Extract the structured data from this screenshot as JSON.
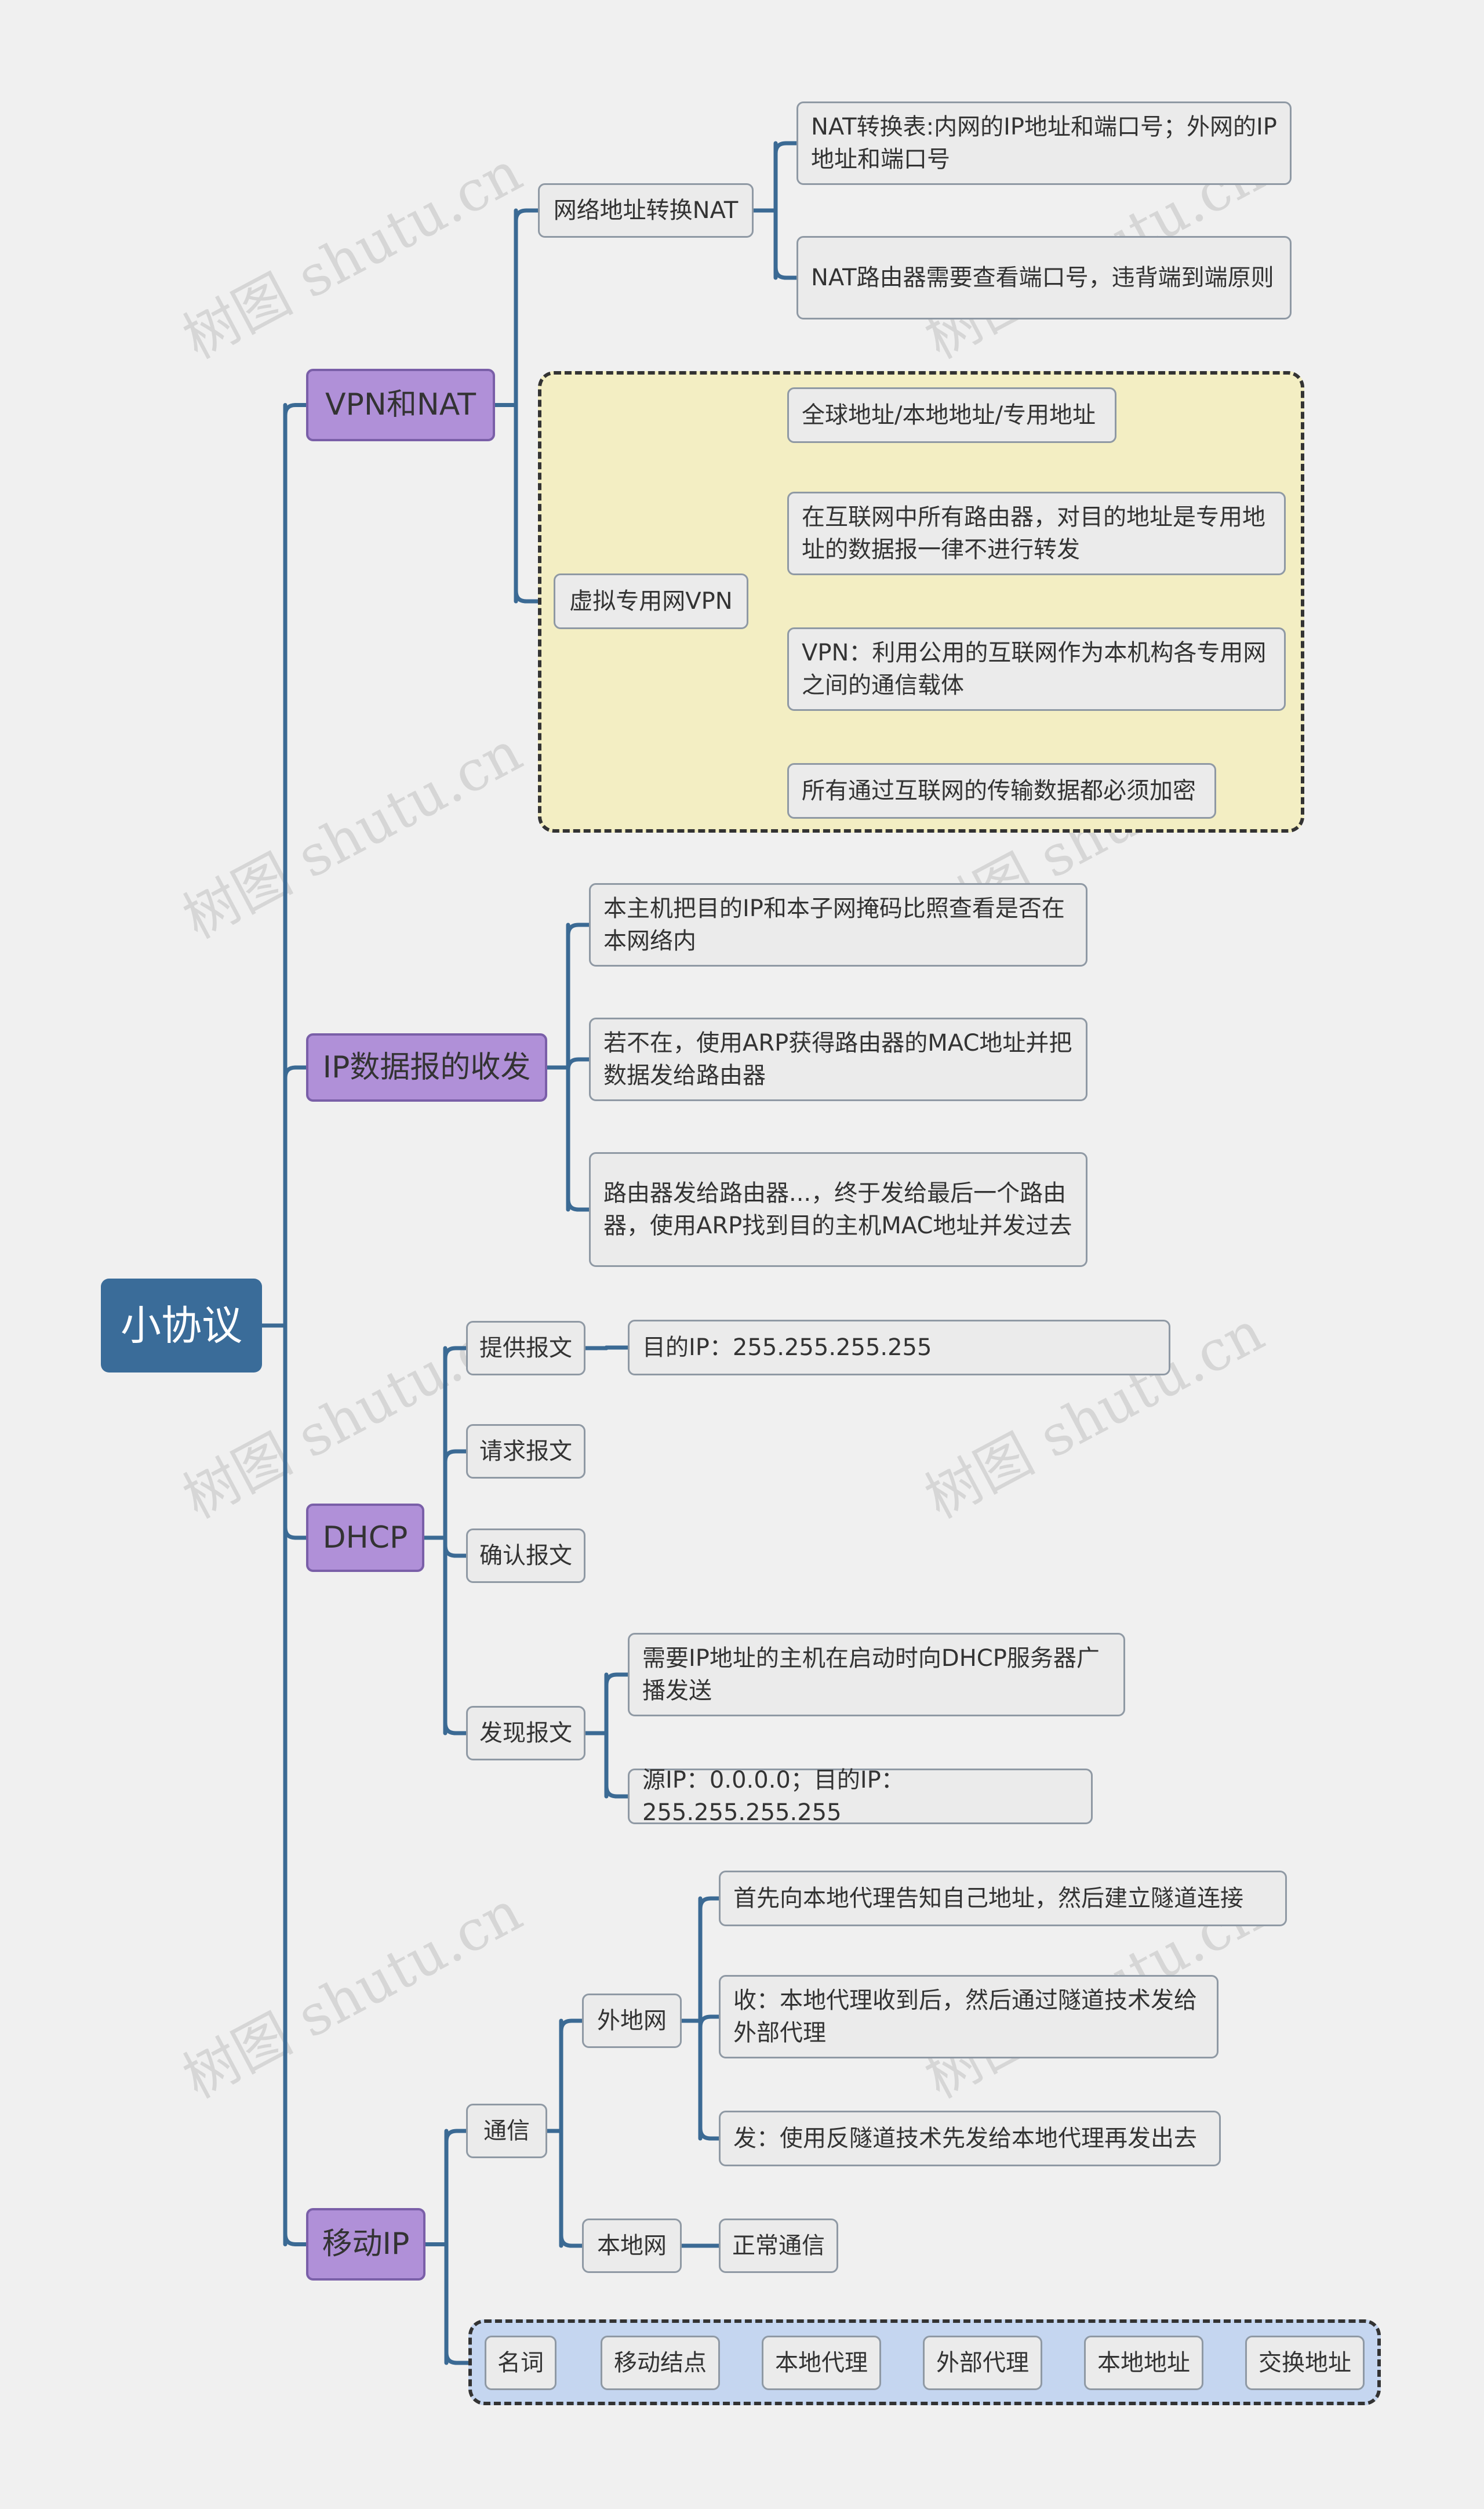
{
  "colors": {
    "line": "#3b6a94",
    "root": "#3a6c99",
    "branch": "#b090d8",
    "node": "#ebebeb",
    "boundary_vpn": "#f3eec3",
    "boundary_terms": "#c5d6f0"
  },
  "watermark": "树图 shutu.cn",
  "root": "小协议",
  "branches": {
    "vpn_nat": {
      "label": "VPN和NAT",
      "nat": {
        "label": "网络地址转换NAT",
        "items": [
          "NAT转换表:内网的IP地址和端口号；外网的IP地址和端口号",
          "NAT路由器需要查看端口号，违背端到端原则"
        ]
      },
      "vpn": {
        "label": "虚拟专用网VPN",
        "items": [
          "全球地址/本地地址/专用地址",
          "在互联网中所有路由器，对目的地址是专用地址的数据报一律不进行转发",
          "VPN：利用公用的互联网作为本机构各专用网之间的通信载体",
          "所有通过互联网的传输数据都必须加密"
        ]
      }
    },
    "ip_forward": {
      "label": "IP数据报的收发",
      "items": [
        "本主机把目的IP和本子网掩码比照查看是否在本网络内",
        "若不在，使用ARP获得路由器的MAC地址并把数据发给路由器",
        "路由器发给路由器...，终于发给最后一个路由器，使用ARP找到目的主机MAC地址并发过去"
      ]
    },
    "dhcp": {
      "label": "DHCP",
      "offer": {
        "label": "提供报文",
        "items": [
          "目的IP：255.255.255.255"
        ]
      },
      "request": {
        "label": "请求报文"
      },
      "ack": {
        "label": "确认报文"
      },
      "discover": {
        "label": "发现报文",
        "items": [
          "需要IP地址的主机在启动时向DHCP服务器广播发送",
          "源IP：0.0.0.0；目的IP：255.255.255.255"
        ]
      }
    },
    "mobile_ip": {
      "label": "移动IP",
      "comm": {
        "label": "通信",
        "foreign": {
          "label": "外地网",
          "items": [
            "首先向本地代理告知自己地址，然后建立隧道连接",
            "收：本地代理收到后，然后通过隧道技术发给外部代理",
            "发：使用反隧道技术先发给本地代理再发出去"
          ]
        },
        "home": {
          "label": "本地网",
          "items": [
            "正常通信"
          ]
        }
      },
      "terms": [
        "名词",
        "移动结点",
        "本地代理",
        "外部代理",
        "本地地址",
        "交换地址"
      ]
    }
  }
}
